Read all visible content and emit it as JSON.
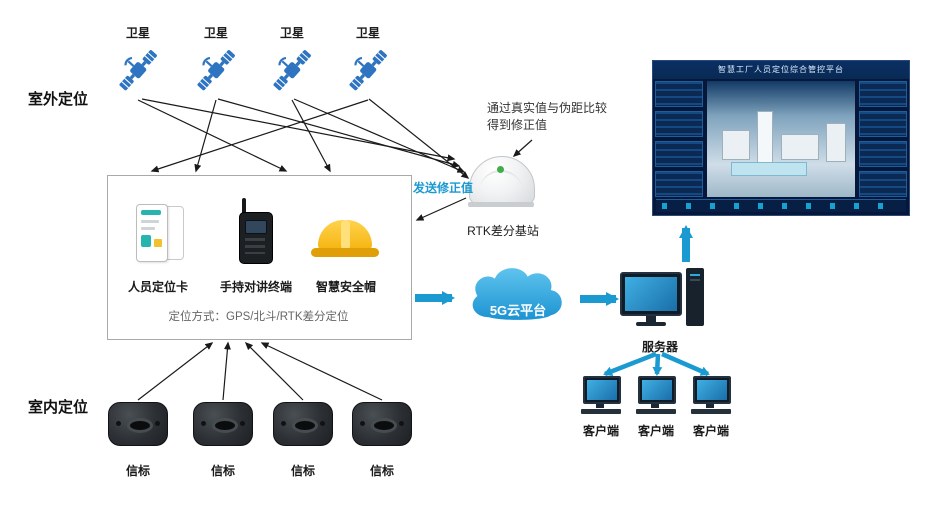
{
  "sections": {
    "outdoor_label": "室外定位",
    "indoor_label": "室内定位"
  },
  "satellites": [
    {
      "label": "卫星"
    },
    {
      "label": "卫星"
    },
    {
      "label": "卫星"
    },
    {
      "label": "卫星"
    }
  ],
  "terminal_box": {
    "devices": [
      {
        "label": "人员定位卡"
      },
      {
        "label": "手持对讲终端"
      },
      {
        "label": "智慧安全帽"
      }
    ],
    "note": "定位方式：GPS/北斗/RTK差分定位"
  },
  "rtk_station": {
    "label": "RTK差分基站",
    "correction_note": "通过真实值与伪距比较得到修正值",
    "send_correction_label": "发送修正值"
  },
  "cloud": {
    "label": "5G云平台"
  },
  "server": {
    "label": "服务器"
  },
  "clients": [
    {
      "label": "客户端"
    },
    {
      "label": "客户端"
    },
    {
      "label": "客户端"
    }
  ],
  "beacons": [
    {
      "label": "信标"
    },
    {
      "label": "信标"
    },
    {
      "label": "信标"
    },
    {
      "label": "信标"
    }
  ],
  "dashboard": {
    "title": "智慧工厂人员定位综合管控平台"
  },
  "colors": {
    "flow_arrow": "#1b9ad2",
    "cloud_blue": "#2aa7e0",
    "satellite_blue": "#2e74c0",
    "helmet_yellow": "#f5b510",
    "link_arrow": "#1a1a1a"
  }
}
